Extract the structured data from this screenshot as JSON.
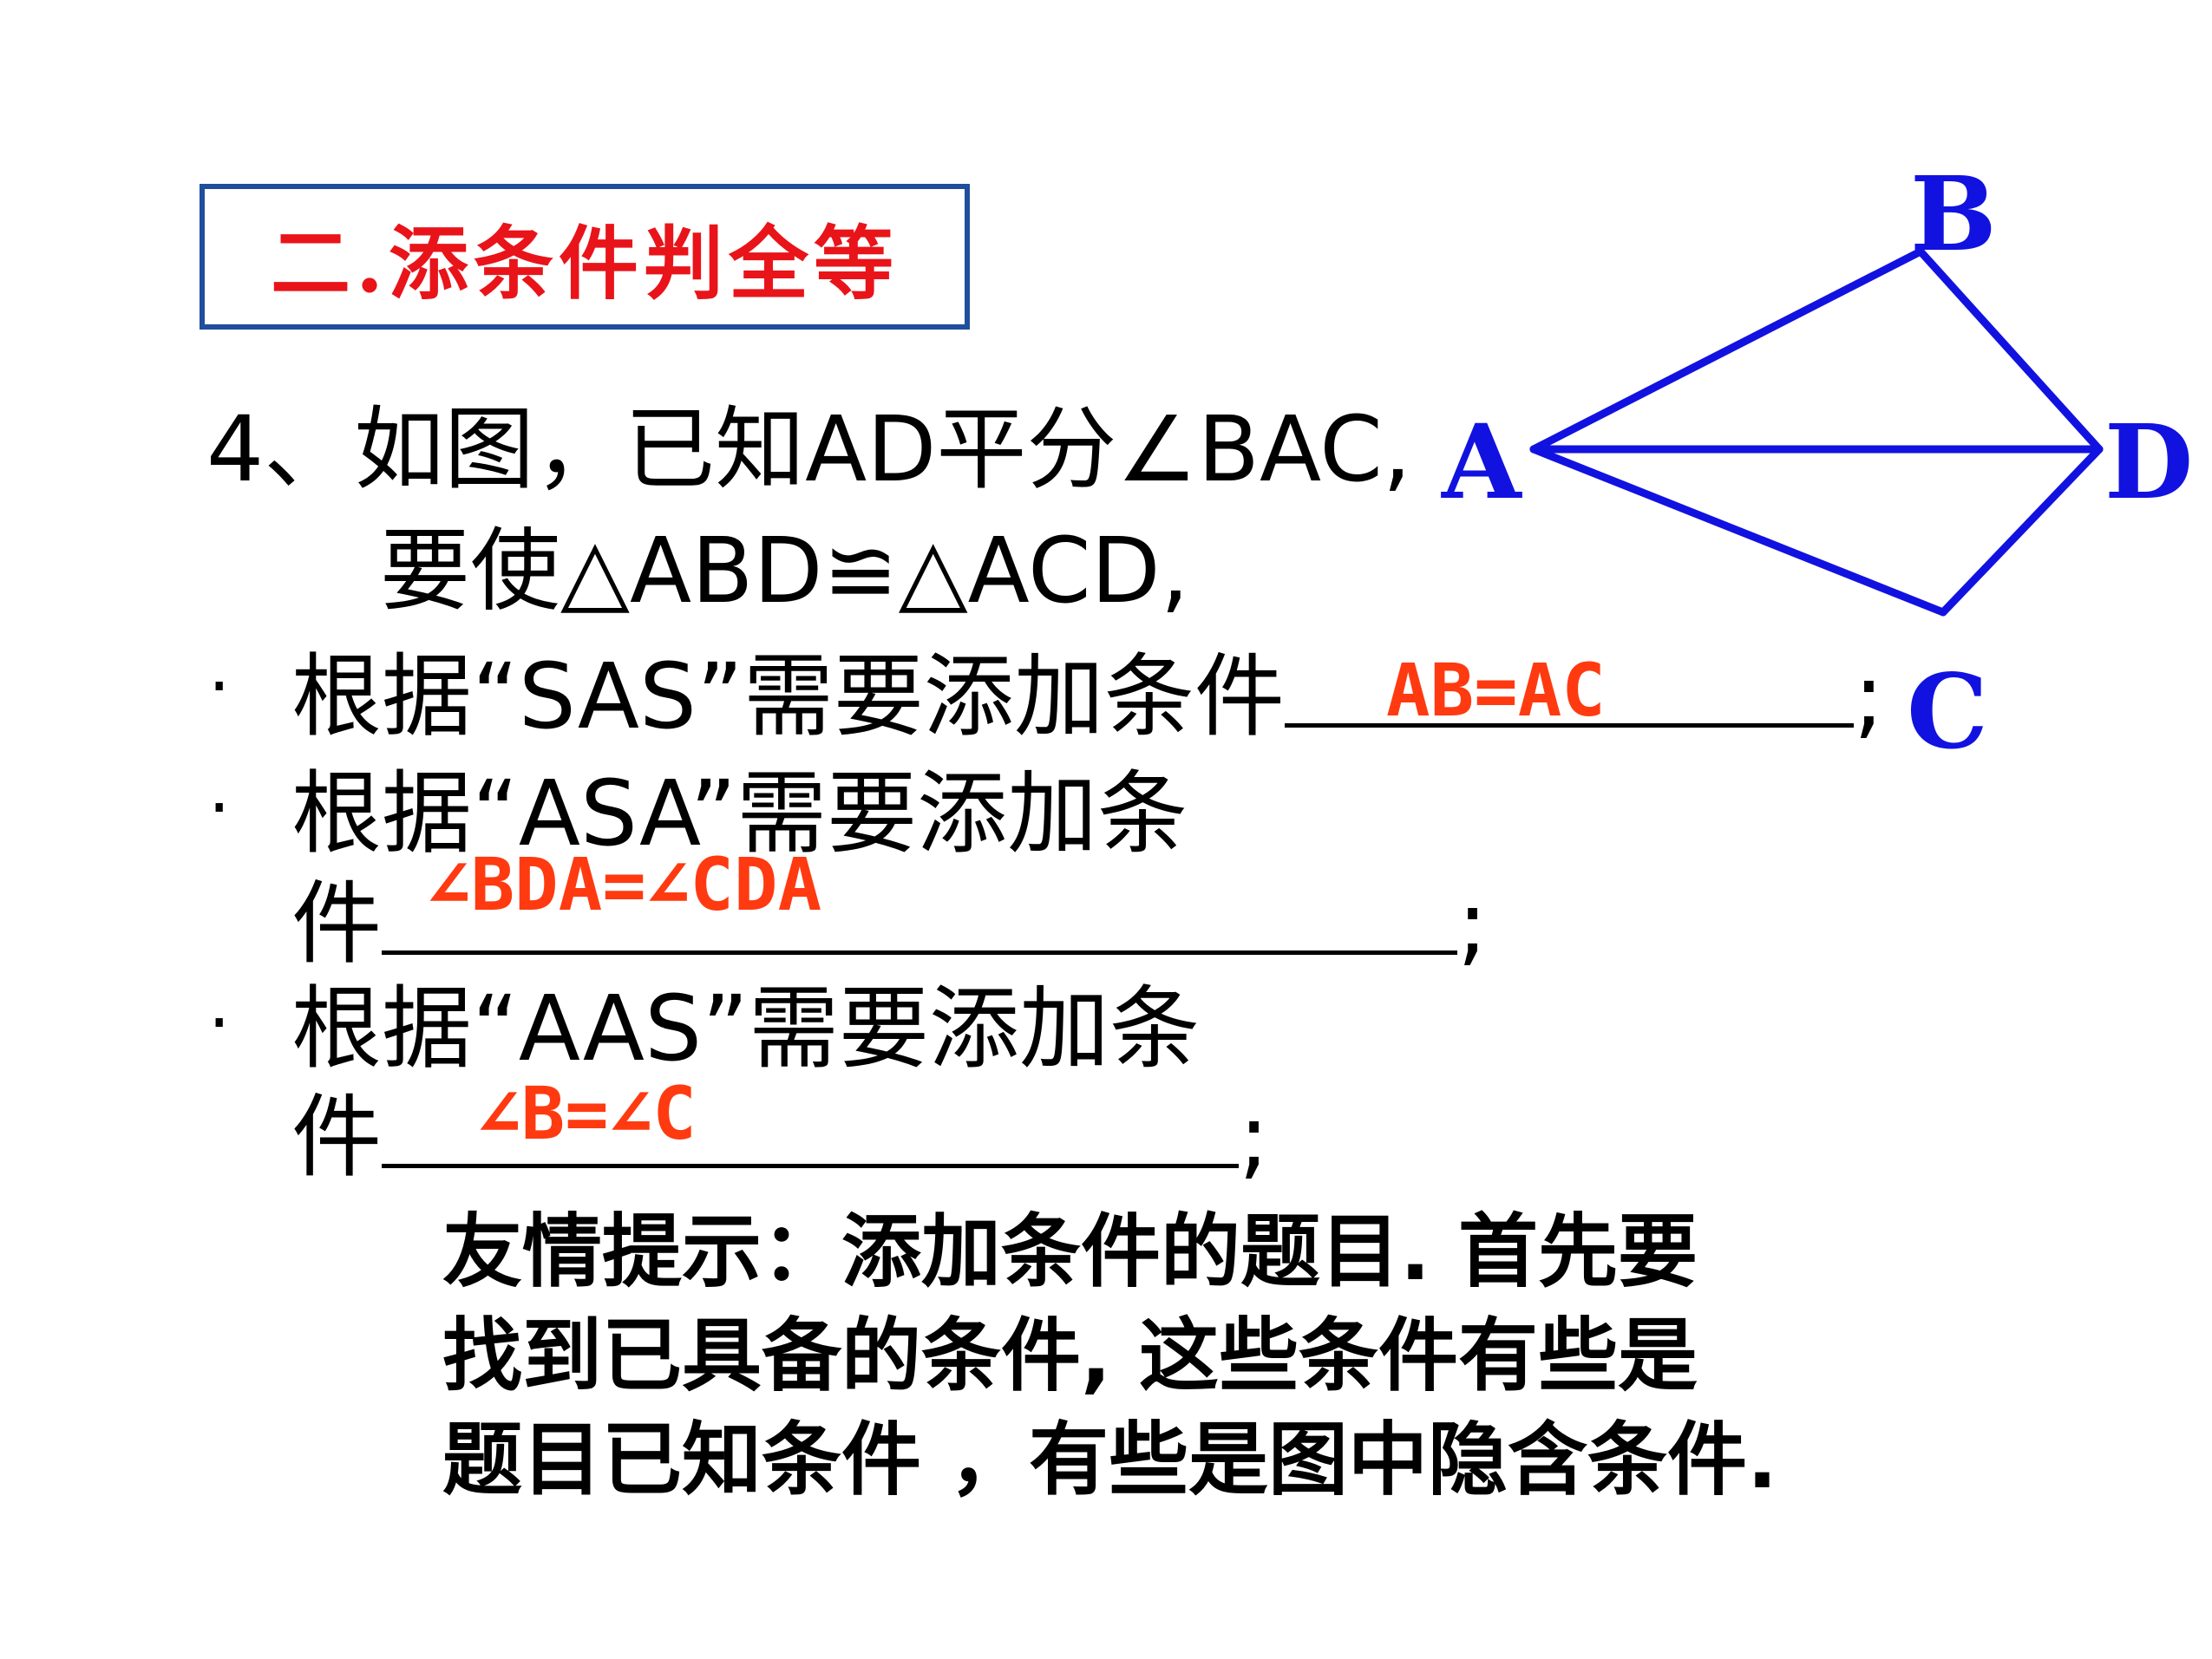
{
  "title": "二.添条件判全等",
  "problem": {
    "line1": "4、如图，已知AD平分∠BAC,",
    "line2": "要使△ABD≌△ACD,"
  },
  "bullets": {
    "sas_text": "根据“SAS”需要添加条件",
    "sas_end": ";",
    "asa_text": "根据“ASA”需要添加条",
    "asa_cont": "件",
    "asa_end": ";",
    "aas_text": "根据“AAS”需要添加条",
    "aas_cont": "件",
    "aas_end": ";",
    "bullet_char": "·"
  },
  "answers": {
    "sas": "AB=AC",
    "asa": "∠BDA=∠CDA",
    "aas": "∠B=∠C"
  },
  "hint": {
    "line1": "友情提示：添加条件的题目. 首先要",
    "line2": "找到已具备的条件, 这些条件有些是",
    "line3": "题目已知条件 ，有些是图中隐含条件."
  },
  "diagram": {
    "labels": {
      "A": "A",
      "B": "B",
      "C": "C",
      "D": "D"
    },
    "line_color": "#1212e0"
  },
  "colors": {
    "title_red": "#e8141a",
    "answer_red": "#ff3a10",
    "box_border": "#1f4e9c",
    "diagram_blue": "#1212e0"
  }
}
